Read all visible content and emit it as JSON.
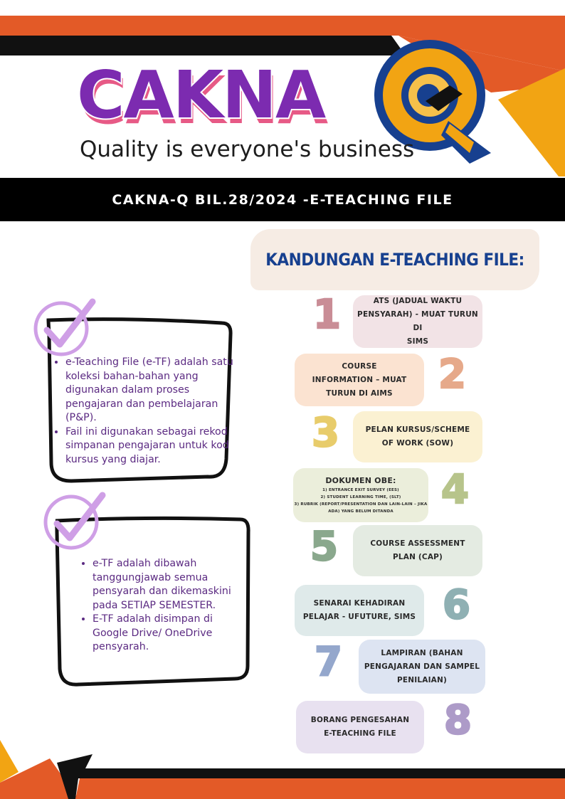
{
  "header": {
    "logo_text": "CAKNA",
    "logo_q": "Q",
    "tagline": "Quality is everyone's business"
  },
  "title_bar": {
    "text": "CAKNA-Q BIL.28/2024 -E-TEACHING FILE"
  },
  "left_boxes": [
    {
      "items": [
        "e-Teaching File (e-TF) adalah satu koleksi bahan-bahan yang digunakan dalam proses pengajaran dan pembelajaran (P&P).",
        "Fail ini digunakan sebagai rekod simpanan pengajaran untuk kod kursus yang diajar."
      ]
    },
    {
      "items": [
        "e-TF adalah dibawah tanggungjawab semua pensyarah dan dikemaskini pada SETIAP SEMESTER.",
        "E-TF adalah disimpan di Google Drive/ OneDrive pensyarah."
      ]
    }
  ],
  "contents": {
    "heading": "KANDUNGAN E-TEACHING FILE:",
    "items": [
      {
        "number": "1",
        "lines": [
          "ATS (JADUAL WAKTU",
          "PENSYARAH) - MUAT TURUN DI",
          "SIMS"
        ],
        "color": "#f2e3e6",
        "num_color": "#c98d96"
      },
      {
        "number": "2",
        "lines": [
          "COURSE",
          "INFORMATION – MUAT",
          "TURUN DI AIMS"
        ],
        "color": "#fbe3d1",
        "num_color": "#e6a98a"
      },
      {
        "number": "3",
        "lines": [
          "PELAN KURSUS/SCHEME",
          "OF WORK (SOW)"
        ],
        "color": "#fbf1d2",
        "num_color": "#e8cc6b"
      },
      {
        "number": "4",
        "title": "DOKUMEN OBE:",
        "sub": [
          "1) ENTRANCE EXIT SURVEY (EES)",
          "2) STUDENT LEARNING TIME, (SLT)",
          "3) RUBRIK (REPORT/PRESENTATION DAN LAIN-LAIN – JIKA",
          "ADA) YANG BELUM DITANDA"
        ],
        "color": "#ebeedb",
        "num_color": "#b7c48b"
      },
      {
        "number": "5",
        "lines": [
          "COURSE ASSESSMENT",
          "PLAN (CAP)"
        ],
        "color": "#e4ebe2",
        "num_color": "#8aa88d"
      },
      {
        "number": "6",
        "lines": [
          "SENARAI KEHADIRAN",
          "PELAJAR - UFUTURE, SIMS"
        ],
        "color": "#dfeaea",
        "num_color": "#8fb0b3"
      },
      {
        "number": "7",
        "lines": [
          "LAMPIRAN (BAHAN",
          "PENGAJARAN DAN SAMPEL",
          "PENILAIAN)"
        ],
        "color": "#dde4f2",
        "num_color": "#94a7cc"
      },
      {
        "number": "8",
        "lines": [
          "BORANG PENGESAHAN",
          "E-TEACHING FILE"
        ],
        "color": "#e8e1f0",
        "num_color": "#ad9bc8"
      }
    ]
  },
  "colors": {
    "orange": "#e35a27",
    "yellow": "#f2a413",
    "purple": "#7c2bb0",
    "navy": "#17408f",
    "check": "#cf9fe6"
  },
  "icons": [
    "checkmark-circle-icon",
    "checkmark-circle-icon"
  ]
}
